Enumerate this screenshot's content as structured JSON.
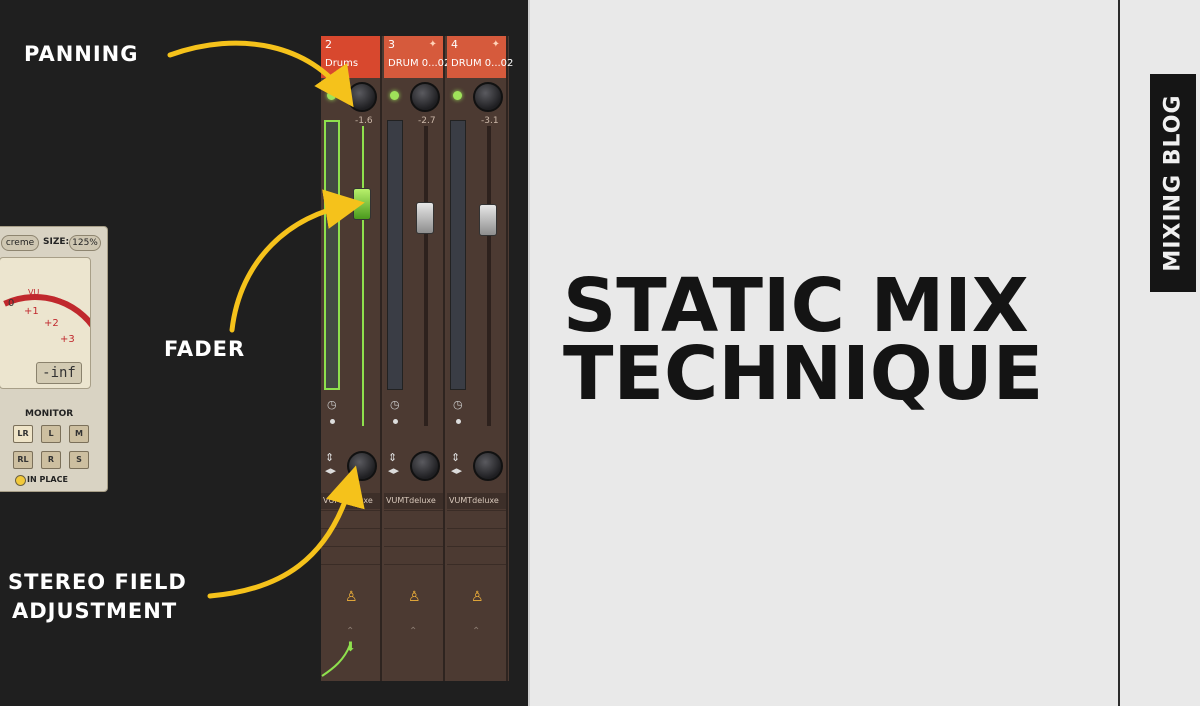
{
  "callouts": {
    "panning": "PANNING",
    "fader": "FADER",
    "stereo_line1": "STEREO FIELD",
    "stereo_line2": "ADJUSTMENT"
  },
  "headline": {
    "line1": "STATIC MIX",
    "line2": "TECHNIQUE"
  },
  "side_tag": "MIXING BLOG",
  "plugin": {
    "skin": "creme",
    "size_label": "SIZE:",
    "size_value": "125%",
    "vu_label": "VU",
    "scale": [
      "0",
      "+1",
      "+2",
      "+3"
    ],
    "readout": "-inf",
    "monitor_label": "MONITOR",
    "monitor_buttons": [
      "LR",
      "L",
      "M",
      "RL",
      "R",
      "S"
    ],
    "in_place": "IN PLACE"
  },
  "mixer": {
    "strips": [
      {
        "number": "2",
        "name": "Drums",
        "volume": "-1.6",
        "insert": "VUMTdeluxe",
        "fader_level": 0.78,
        "active": true
      },
      {
        "number": "3",
        "name": "DRUM 0...02",
        "volume": "-2.7",
        "insert": "VUMTdeluxe",
        "fader_level": 0.74,
        "active": false
      },
      {
        "number": "4",
        "name": "DRUM 0...02",
        "volume": "-3.1",
        "insert": "VUMTdeluxe",
        "fader_level": 0.73,
        "active": false
      }
    ]
  },
  "colors": {
    "accent_yellow": "#f5c21b",
    "strip_header": "#d65a3c",
    "active_green": "#8ee04d",
    "panel_light": "#e9e9e9"
  }
}
